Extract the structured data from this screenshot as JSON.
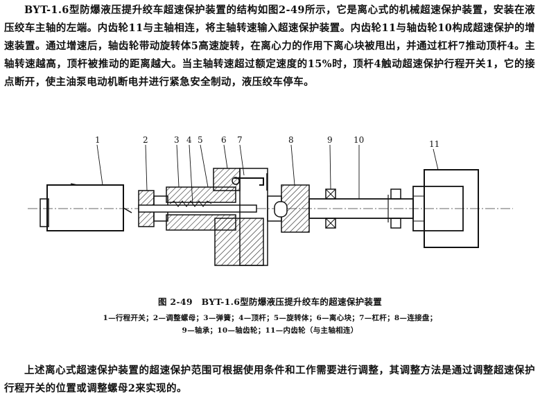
{
  "paragraphs": {
    "intro": "BYT-1.6型防爆液压提升绞车超速保护装置的结构如图2-49所示，它是离心式的机械超速保护装置，安装在液压绞车主轴的左端。内齿轮11与主轴相连，将主轴转速输入超速保护装置。内齿轮11与轴齿轮10构成超速保护的增速装置。通过增速后，轴齿轮带动旋转体5高速旋转，在离心力的作用下离心块被甩出，并通过杠杆7推动顶杆4。主轴转速越高，顶杆被推动的距离越大。当主轴转速超过额定速度的15%时，顶杆4触动超速保护行程开关1，它的接点断开，使主油泵电动机断电并进行紧急安全制动，液压绞车停车。",
    "closing": "上述离心式超速保护装置的超速保护范围可根据使用条件和工作需要进行调整，其调整方法是通过调整超速保护行程开关的位置或调整螺母2来实现的。"
  },
  "figure": {
    "part_numbers": [
      "1",
      "2",
      "3",
      "4",
      "5",
      "6",
      "7",
      "8",
      "9",
      "10",
      "11"
    ],
    "caption_title": "图 2-49　BYT-1.6型防爆液压提升绞车的超速保护装置",
    "legend_line1": "1—行程开关；2—调整螺母；3—弹簧；4—顶杆；5—旋转体；6—离心块；7—杠杆；8—连接盘；",
    "legend_line2": "9—轴承；10—轴齿轮；11—内齿轮（与主轴相连）"
  }
}
